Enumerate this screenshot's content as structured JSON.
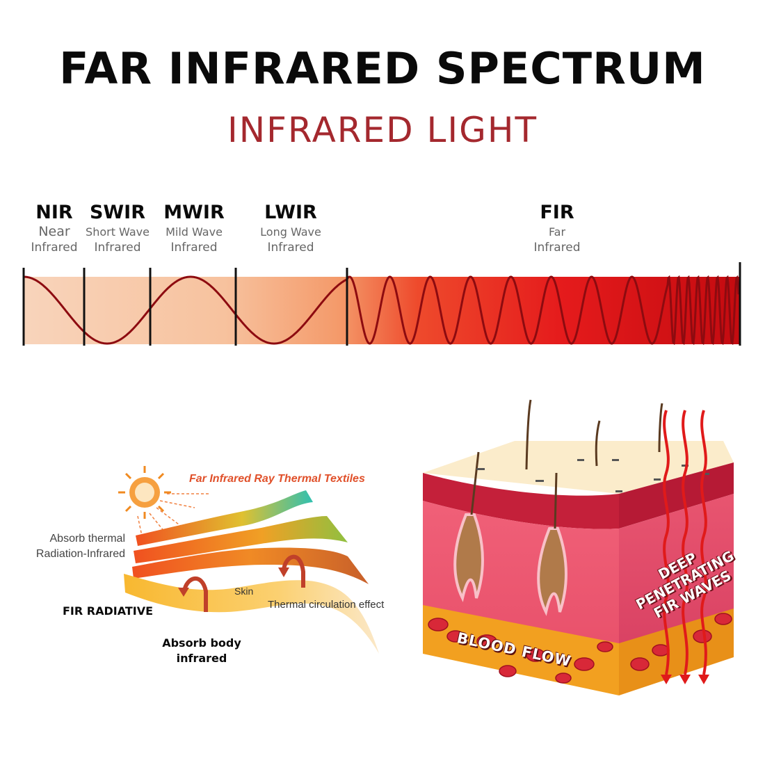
{
  "header": {
    "title": "FAR INFRARED SPECTRUM",
    "subtitle": "INFRARED LIGHT"
  },
  "spectrum": {
    "bands": [
      {
        "abbr": "NIR",
        "line1": "Near",
        "line2": "Infrared"
      },
      {
        "abbr": "SWIR",
        "line1": "Short Wave",
        "line2": "Infrared"
      },
      {
        "abbr": "MWIR",
        "line1": "Mild Wave",
        "line2": "Infrared"
      },
      {
        "abbr": "LWIR",
        "line1": "Long Wave",
        "line2": "Infrared"
      },
      {
        "abbr": "FIR",
        "line1": "Far",
        "line2": "Infrared"
      }
    ],
    "colors": {
      "start": "#f8d2b8",
      "mid": "#f5a070",
      "end": "#d40f14",
      "wave": "#8b0a10"
    }
  },
  "textile_diagram": {
    "banner": "Far Infrared Ray Thermal Textiles",
    "absorb_thermal": [
      "Absorb thermal",
      "Radiation-Infrared"
    ],
    "fir_radiative": "FIR RADIATIVE",
    "skin": "Skin",
    "thermal_circulation": "Thermal circulation effect",
    "absorb_body": [
      "Absorb body",
      "infrared"
    ]
  },
  "skin_diagram": {
    "blood_flow": "BLOOD FLOW",
    "deep_waves": [
      "DEEP",
      "PENETRATING",
      "FIR WAVES"
    ]
  }
}
